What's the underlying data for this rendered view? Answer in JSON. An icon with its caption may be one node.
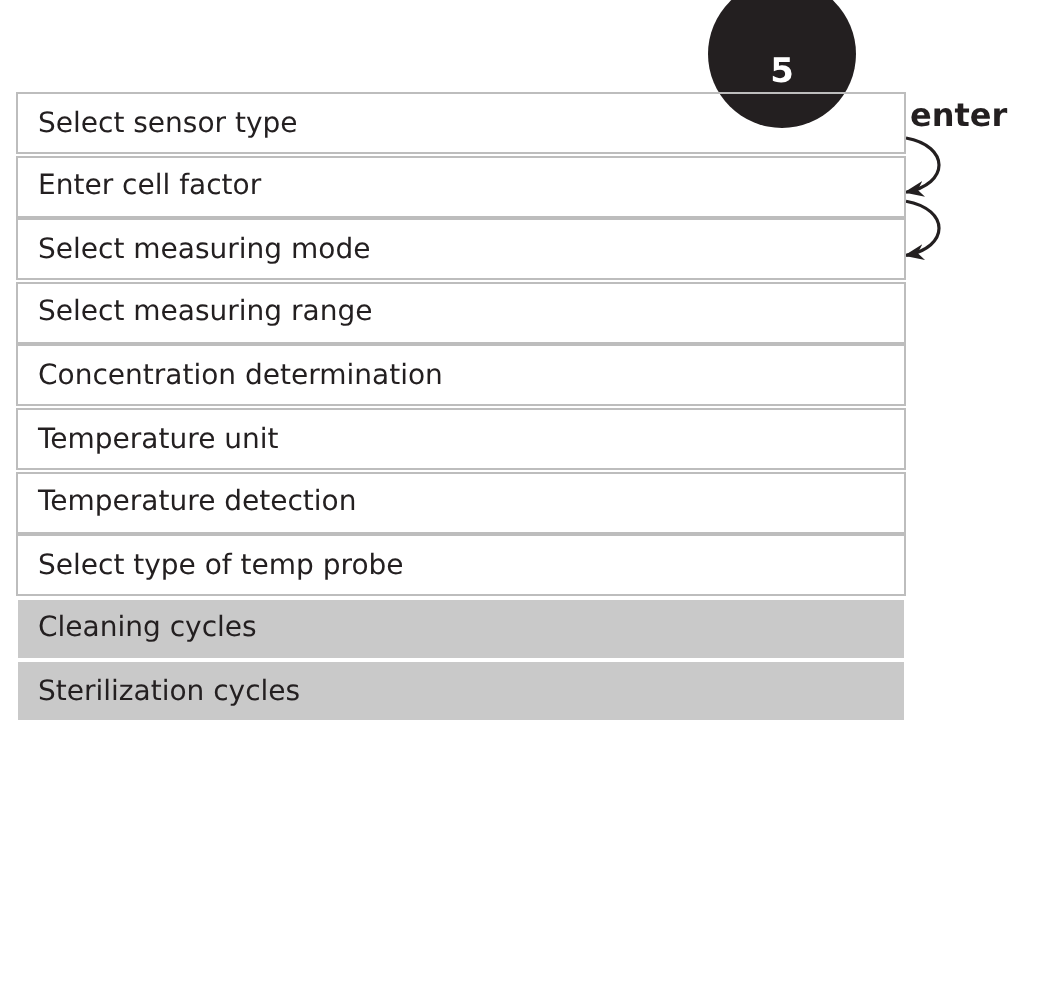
{
  "diagram": {
    "nodes": [
      {
        "text": [
          "5"
        ]
      },
      {
        "text": [
          "Select sensor type"
        ]
      },
      {
        "text": [
          "Enter cell factor"
        ]
      },
      {
        "text": [
          "Select measuring mode"
        ]
      },
      {
        "text": [
          "Select measuring range"
        ]
      },
      {
        "text": [
          "Concentration determination"
        ]
      },
      {
        "text": [
          "Temperature unit"
        ]
      },
      {
        "text": [
          "Temperature detection"
        ]
      },
      {
        "text": [
          "Select type of temp probe"
        ]
      },
      {
        "text": [
          "Cleaning cycles"
        ]
      },
      {
        "text": [
          "Sterilization cycles"
        ]
      }
    ],
    "edges": [
      {
        "from": 1,
        "to": 2,
        "arrow": "to"
      },
      {
        "from": 2,
        "to": 3,
        "arrow": "to"
      }
    ],
    "labels": [
      "enter"
    ]
  }
}
